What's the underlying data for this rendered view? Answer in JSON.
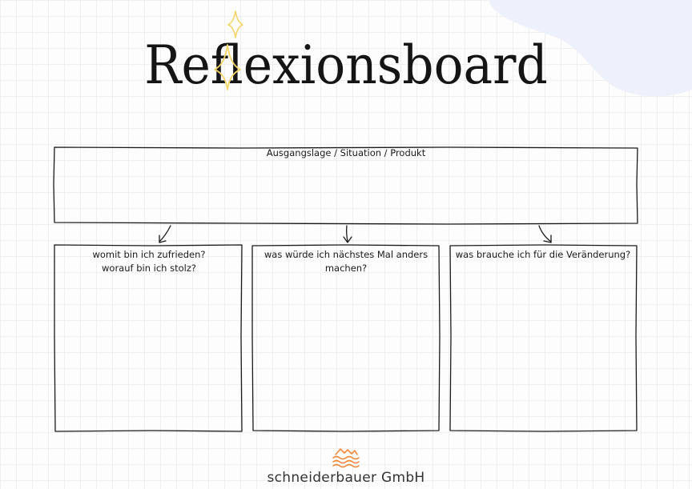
{
  "colors": {
    "background": "#fdfdfd",
    "grid": "#efefef",
    "blob": "#eef0fb",
    "sparkle": "#f5d66a",
    "logo": "#f08a3c",
    "ink": "#1a1a1a"
  },
  "title": "Reflexionsboard",
  "top_box": {
    "label": "Ausgangslage / Situation / Produkt"
  },
  "boxes": [
    {
      "line1": "womit bin ich zufrieden?",
      "line2": "worauf bin ich stolz?"
    },
    {
      "line1": "was würde ich nächstes Mal anders",
      "line2": "machen?"
    },
    {
      "line1": "was brauche ich für die Veränderung?",
      "line2": ""
    }
  ],
  "footer": {
    "company": "schneiderbauer GmbH",
    "logo_icon": "waves-logo-icon"
  }
}
